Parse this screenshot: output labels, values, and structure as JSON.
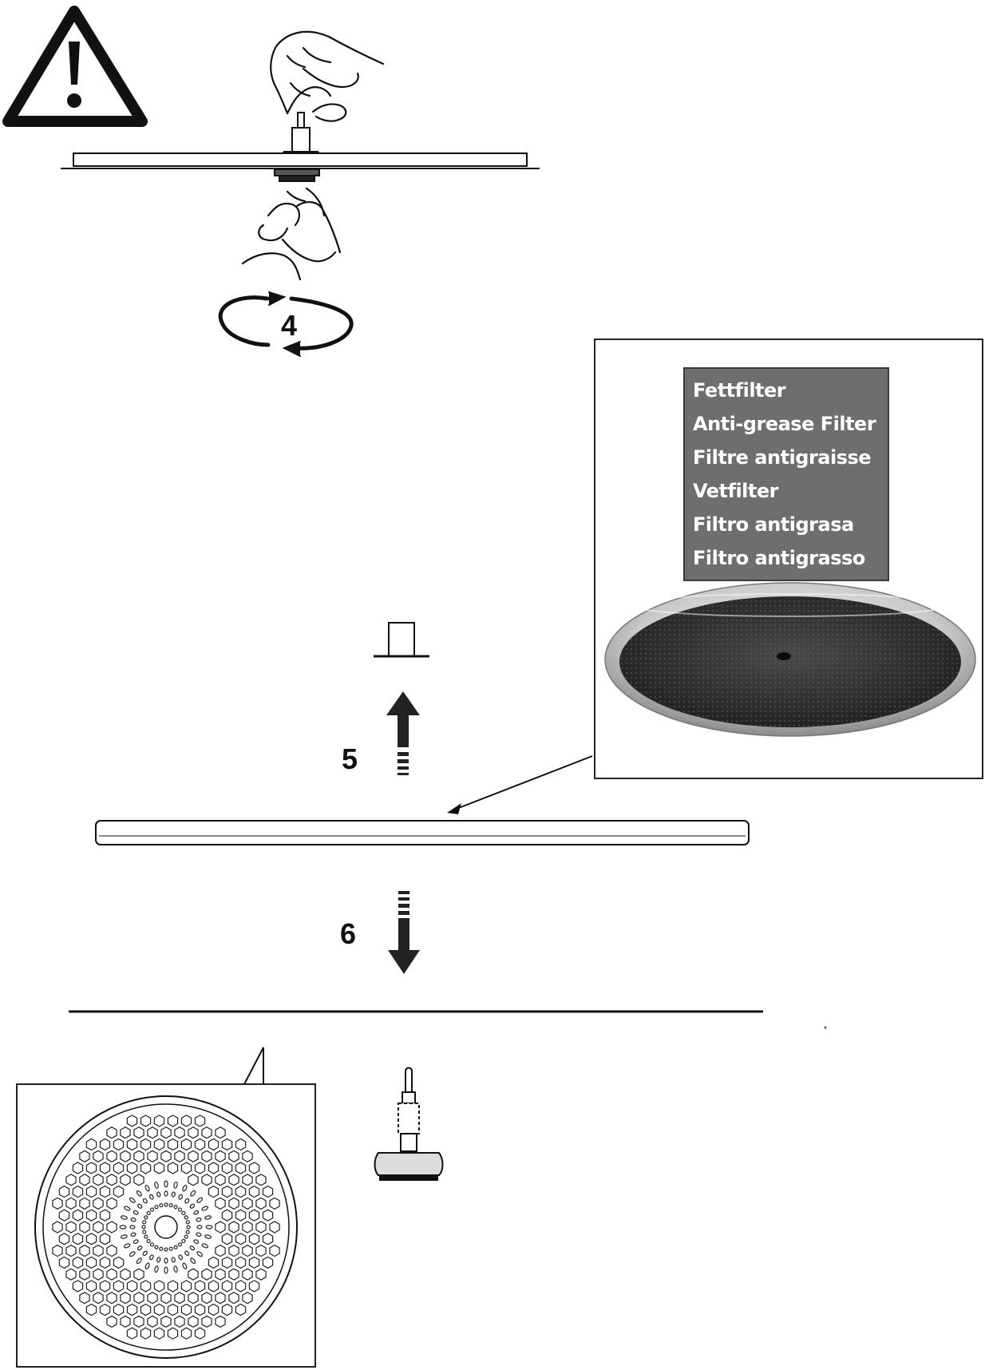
{
  "steps": [
    {
      "number": "4"
    },
    {
      "number": "5"
    },
    {
      "number": "6"
    }
  ],
  "filter_labels": [
    "Fettfilter",
    "Anti-grease Filter",
    "Filtre antigraisse",
    "Vetfilter",
    "Filtro antigrasa",
    "Filtro antigrasso"
  ],
  "icons": {
    "warning": "warning-triangle-icon",
    "rotate": "rotate-arrows-icon",
    "up": "arrow-up-icon",
    "down": "arrow-down-icon"
  },
  "colors": {
    "label_background": "#6e6e6e",
    "label_text": "#ffffff",
    "filter_mesh": "#2b2b2b",
    "filter_rim": "#c9c9c9"
  }
}
